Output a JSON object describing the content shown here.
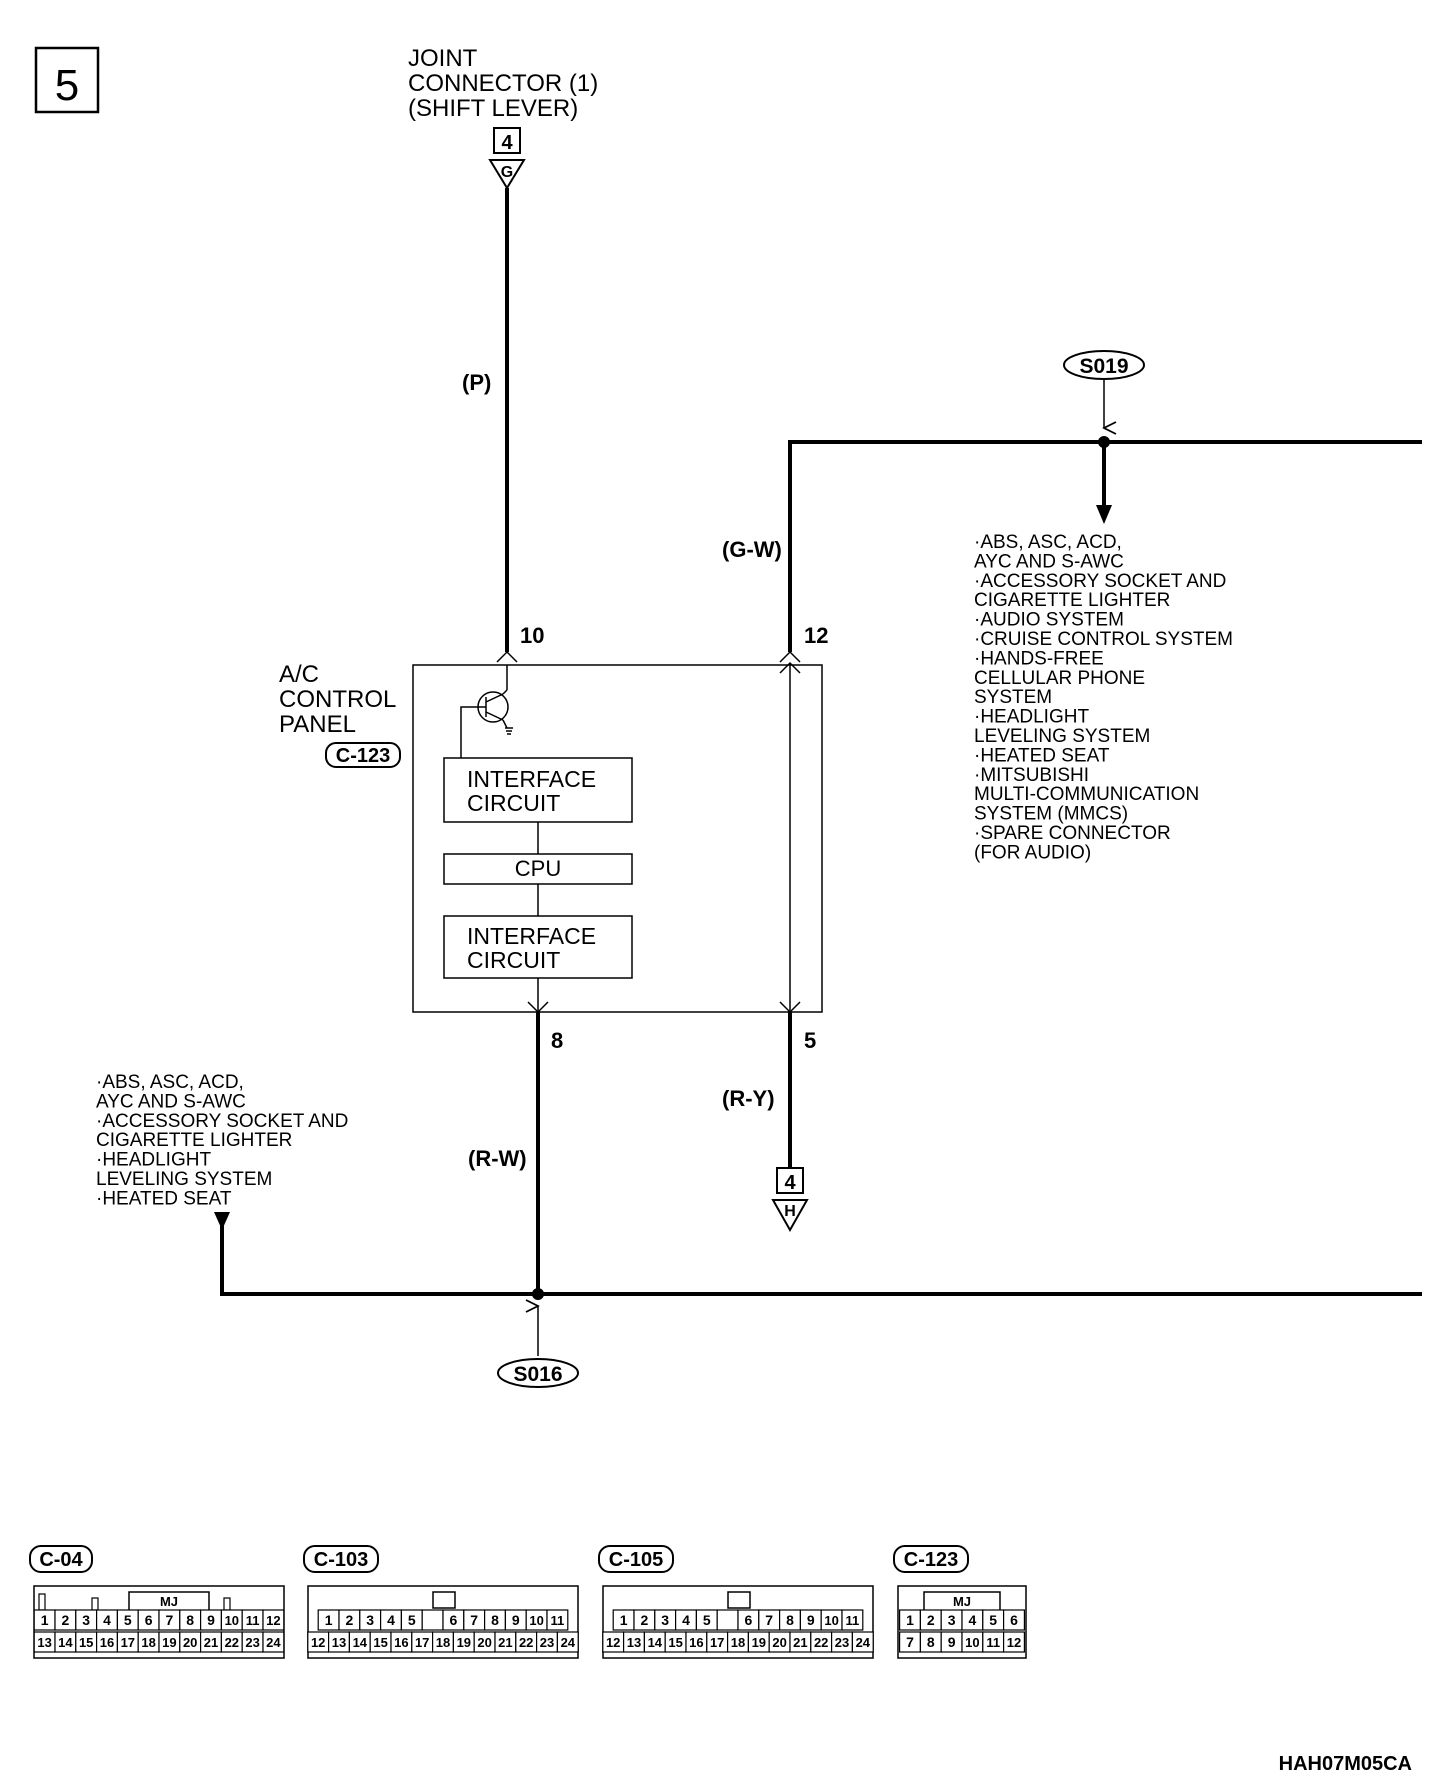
{
  "page_number": "5",
  "joint_connector": {
    "lines": [
      "JOINT",
      "CONNECTOR (1)",
      "(SHIFT LEVER)"
    ],
    "number": "4",
    "pin": "G"
  },
  "wires": {
    "p": "(P)",
    "gw": "(G-W)",
    "rw": "(R-W)",
    "ry": "(R-Y)"
  },
  "control_panel": {
    "lines": [
      "A/C",
      "CONTROL",
      "PANEL"
    ],
    "connector": "C-123",
    "pins": {
      "top_left": "10",
      "top_right": "12",
      "bottom_left": "8",
      "bottom_right": "5"
    },
    "blocks": {
      "interface1": [
        "INTERFACE",
        "CIRCUIT"
      ],
      "cpu": "CPU",
      "interface2": [
        "INTERFACE",
        "CIRCUIT"
      ]
    }
  },
  "splices": {
    "top": "S019",
    "bottom": "S016"
  },
  "right_destinations": [
    "·ABS, ASC, ACD,",
    " AYC AND S-AWC",
    "·ACCESSORY SOCKET AND",
    " CIGARETTE LIGHTER",
    "·AUDIO SYSTEM",
    "·CRUISE CONTROL SYSTEM",
    "·HANDS-FREE",
    " CELLULAR PHONE",
    " SYSTEM",
    "·HEADLIGHT",
    " LEVELING SYSTEM",
    "·HEATED SEAT",
    "·MITSUBISHI",
    " MULTI-COMMUNICATION",
    " SYSTEM (MMCS)",
    "·SPARE CONNECTOR",
    " (FOR AUDIO)"
  ],
  "left_destinations": [
    "·ABS, ASC, ACD,",
    " AYC AND S-AWC",
    "·ACCESSORY SOCKET AND",
    " CIGARETTE LIGHTER",
    "·HEADLIGHT",
    " LEVELING SYSTEM",
    "·HEATED SEAT"
  ],
  "offpage_connector": {
    "number": "4",
    "pin": "H"
  },
  "connectors": [
    {
      "label": "C-04",
      "tag": "MJ",
      "row1": [
        "1",
        "2",
        "3",
        "4",
        "5",
        "6",
        "7",
        "8",
        "9",
        "10",
        "11",
        "12"
      ],
      "row2": [
        "13",
        "14",
        "15",
        "16",
        "17",
        "18",
        "19",
        "20",
        "21",
        "22",
        "23",
        "24"
      ]
    },
    {
      "label": "C-103",
      "tag": "",
      "row1": [
        "1",
        "2",
        "3",
        "4",
        "5",
        "",
        "6",
        "7",
        "8",
        "9",
        "10",
        "11"
      ],
      "row2": [
        "12",
        "13",
        "14",
        "15",
        "16",
        "17",
        "18",
        "19",
        "20",
        "21",
        "22",
        "23",
        "24"
      ]
    },
    {
      "label": "C-105",
      "tag": "",
      "row1": [
        "1",
        "2",
        "3",
        "4",
        "5",
        "",
        "6",
        "7",
        "8",
        "9",
        "10",
        "11"
      ],
      "row2": [
        "12",
        "13",
        "14",
        "15",
        "16",
        "17",
        "18",
        "19",
        "20",
        "21",
        "22",
        "23",
        "24"
      ]
    },
    {
      "label": "C-123",
      "tag": "MJ",
      "row1": [
        "1",
        "2",
        "3",
        "4",
        "5",
        "6"
      ],
      "row2": [
        "7",
        "8",
        "9",
        "10",
        "11",
        "12"
      ]
    }
  ],
  "figure_code": "HAH07M05CA"
}
